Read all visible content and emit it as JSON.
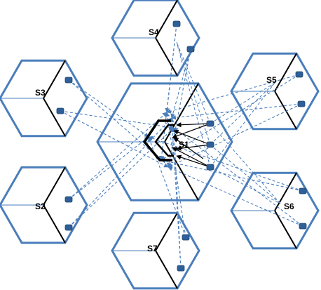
{
  "colors": {
    "hex_stroke": "#4a7ebb",
    "hex_fill": "#ffffff",
    "sector_line": "#000000",
    "interference_dashed": "#4a7ebb",
    "device_fill": "#2e5f99",
    "serving_arrow": "#000000"
  },
  "cells": [
    {
      "id": "S1",
      "label": "S1"
    },
    {
      "id": "S2",
      "label": "S2"
    },
    {
      "id": "S3",
      "label": "S3"
    },
    {
      "id": "S4",
      "label": "S4"
    },
    {
      "id": "S5",
      "label": "S5"
    },
    {
      "id": "S6",
      "label": "S6"
    },
    {
      "id": "S7",
      "label": "S7"
    }
  ],
  "icons": {
    "device": "mobile-device-icon",
    "base_station_arrow": "arrow-icon"
  }
}
